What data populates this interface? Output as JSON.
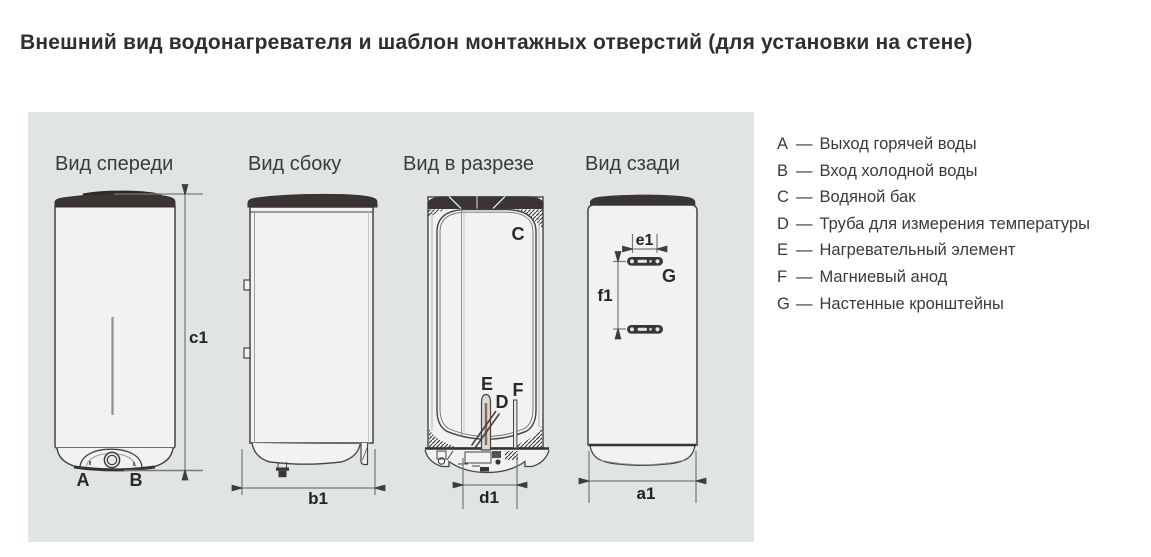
{
  "title": "Внешний вид водонагревателя и шаблон монтажных отверстий (для установки на стене)",
  "views": {
    "front": {
      "caption": "Вид спереди"
    },
    "side": {
      "caption": "Вид сбоку"
    },
    "section": {
      "caption": "Вид в разрезе"
    },
    "rear": {
      "caption": "Вид сзади"
    }
  },
  "dimensions": {
    "height": "c1",
    "depth": "b1",
    "element_spacing": "d1",
    "width": "a1",
    "bracket_holes": "e1",
    "bracket_spacing": "f1"
  },
  "part_labels": {
    "a": "A",
    "b": "B",
    "c": "C",
    "d": "D",
    "e": "E",
    "f": "F",
    "g": "G"
  },
  "legend": {
    "separator": "—",
    "items": [
      {
        "letter": "A",
        "text": "Выход горячей воды"
      },
      {
        "letter": "B",
        "text": "Вход холодной воды"
      },
      {
        "letter": "C",
        "text": "Водяной бак"
      },
      {
        "letter": "D",
        "text": "Труба для измерения температуры"
      },
      {
        "letter": "E",
        "text": "Нагревательный элемент"
      },
      {
        "letter": "F",
        "text": "Магниевый анод"
      },
      {
        "letter": "G",
        "text": "Настенные кронштейны"
      }
    ]
  },
  "colors": {
    "panel_bg": "#e0e4e5",
    "body_fill": "#f1f3f3",
    "outline": "#47433f",
    "dark_fill": "#3a3433",
    "dim_line": "#76787a",
    "text": "#3a3a3c"
  }
}
